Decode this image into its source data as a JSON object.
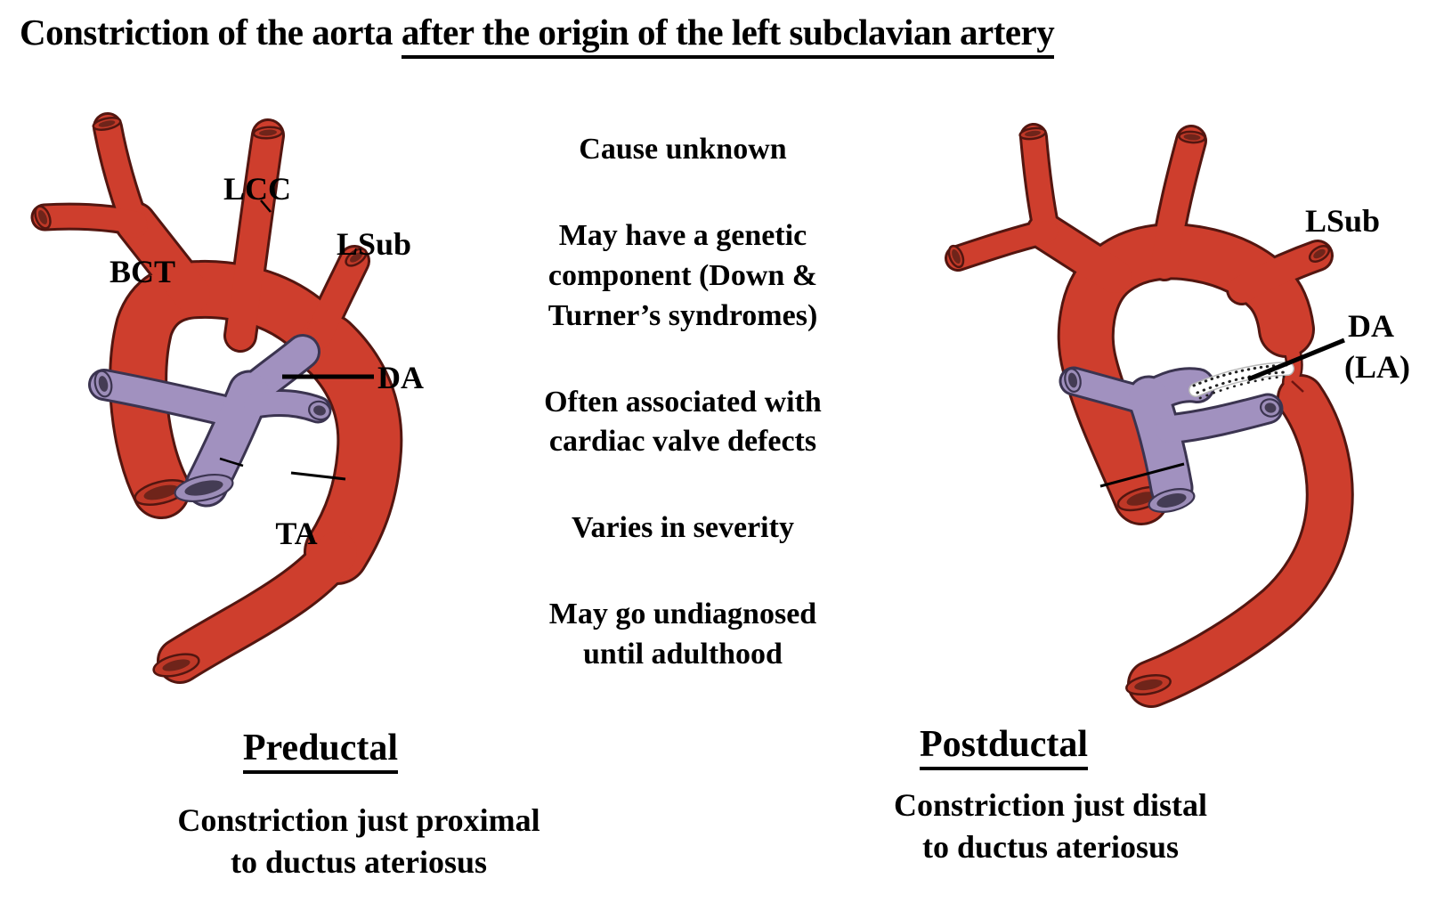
{
  "title": {
    "prefix": "Constriction of the aorta ",
    "underlined": "after the origin of the left subclavian artery"
  },
  "facts": [
    {
      "lines": [
        "Cause unknown"
      ]
    },
    {
      "lines": [
        "May have a genetic",
        "component (Down &",
        "Turner’s syndromes)"
      ]
    },
    {
      "lines": [
        "Often associated with",
        "cardiac valve defects"
      ]
    },
    {
      "lines": [
        "Varies in severity"
      ]
    },
    {
      "lines": [
        "May go undiagnosed",
        "until adulthood"
      ]
    }
  ],
  "left_diagram": {
    "labels": {
      "bct": "BCT",
      "lcc": "LCC",
      "lsub": "LSub",
      "da": "DA",
      "ta": "TA"
    },
    "caption": {
      "title": "Preductal",
      "lines": [
        "Constriction just proximal",
        "to ductus ateriosus"
      ]
    }
  },
  "right_diagram": {
    "labels": {
      "lsub": "LSub",
      "da": "DA",
      "la": "(LA)"
    },
    "caption": {
      "title": "Postductal",
      "lines": [
        "Constriction just distal",
        "to ductus ateriosus"
      ]
    }
  },
  "colors": {
    "background": "#ffffff",
    "text": "#000000",
    "artery_red": "#ce3e2d",
    "artery_red_outline": "#531610",
    "artery_red_cut": "#6f241a",
    "pulmonary_purple": "#a191bf",
    "pulmonary_purple_outline": "#3b3450",
    "pulmonary_purple_cut": "#443c54"
  }
}
